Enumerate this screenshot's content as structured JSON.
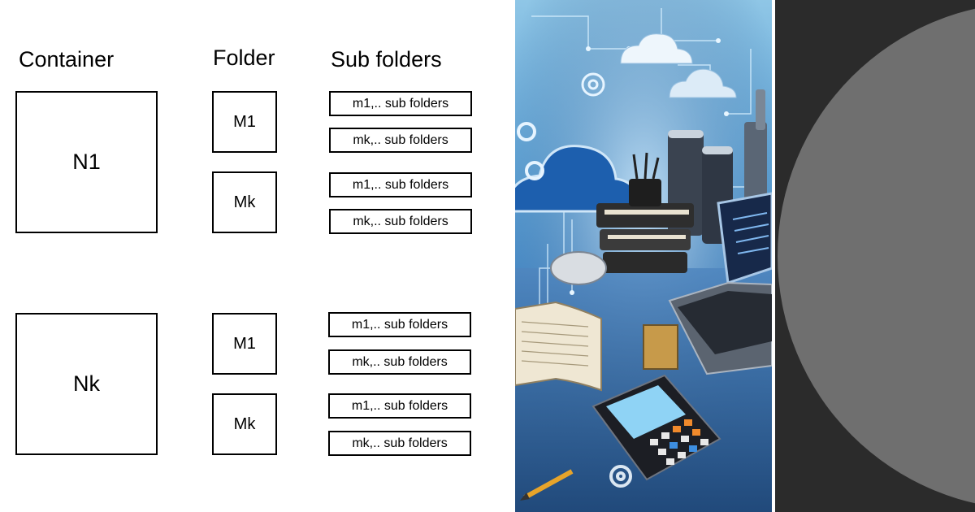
{
  "headers": {
    "container": "Container",
    "folder": "Folder",
    "subfolders": "Sub folders"
  },
  "groups": [
    {
      "container": "N1",
      "folders": [
        {
          "label": "M1",
          "subfolders": [
            "m1,.. sub folders",
            "mk,.. sub folders"
          ]
        },
        {
          "label": "Mk",
          "subfolders": [
            "m1,.. sub folders",
            "mk,.. sub folders"
          ]
        }
      ]
    },
    {
      "container": "Nk",
      "folders": [
        {
          "label": "M1",
          "subfolders": [
            "m1,.. sub folders",
            "mk,.. sub folders"
          ]
        },
        {
          "label": "Mk",
          "subfolders": [
            "m1,.. sub folders",
            "mk,.. sub folders"
          ]
        }
      ]
    }
  ],
  "colors": {
    "diagram_background": "#ffffff",
    "box_border": "#000000",
    "illustration_blue": "#3d7fc0",
    "dark_panel": "#2b2b2b",
    "circle_gray": "#6f6f6f"
  },
  "illustration_icons": [
    "cloud-icon",
    "gear-icon",
    "server-stack-icon",
    "books-icon",
    "laptop-icon",
    "calculator-icon",
    "open-book-icon",
    "mouse-icon",
    "pencil-icon"
  ]
}
